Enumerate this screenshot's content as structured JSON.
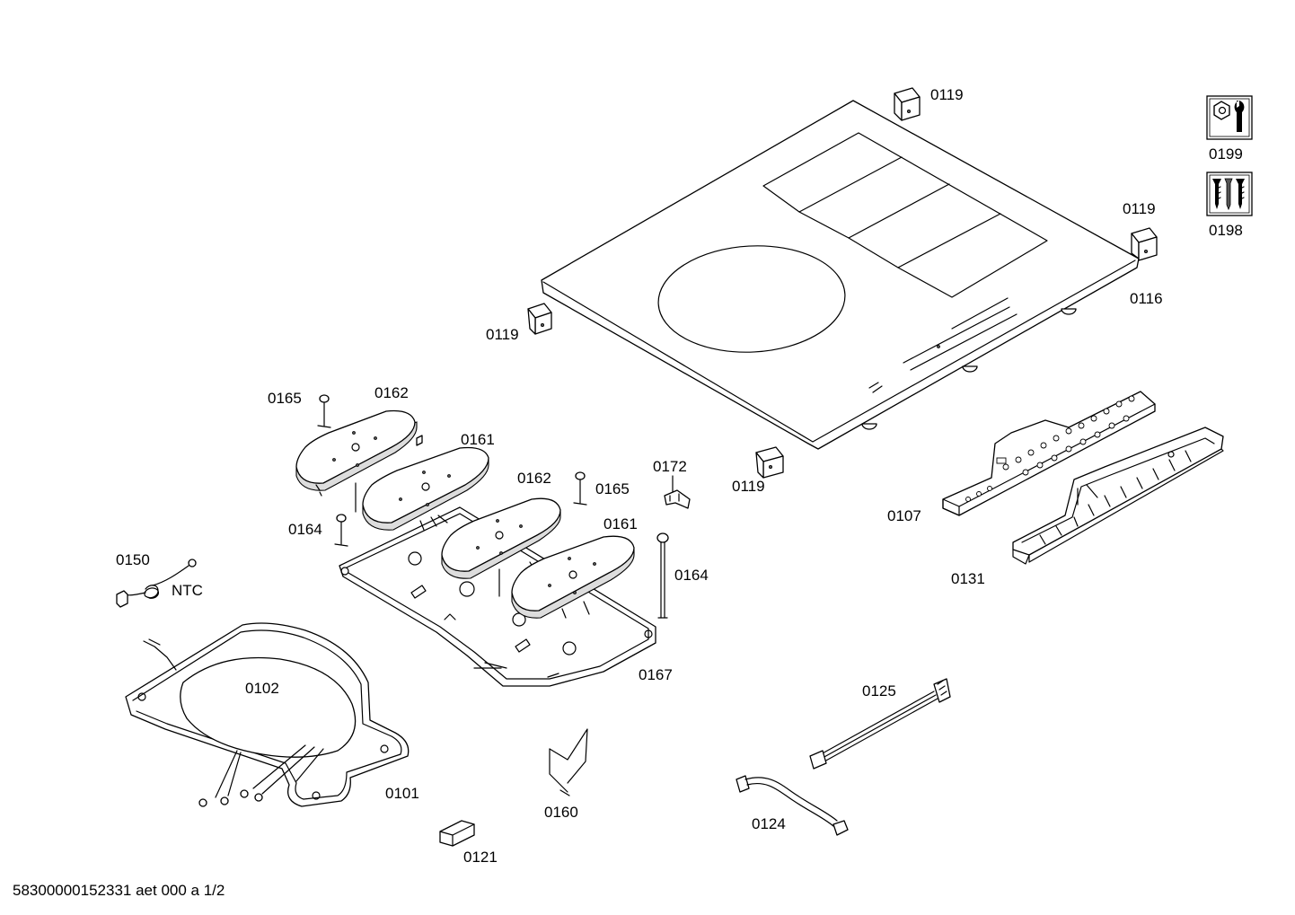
{
  "labels": [
    {
      "id": "0119",
      "text": "0119"
    },
    {
      "id": "0119",
      "text": "0119"
    },
    {
      "id": "0119",
      "text": "0119"
    },
    {
      "id": "0119",
      "text": "0119"
    },
    {
      "id": "0199",
      "text": "0199"
    },
    {
      "id": "0198",
      "text": "0198"
    },
    {
      "id": "0116",
      "text": "0116"
    },
    {
      "id": "0165",
      "text": "0165"
    },
    {
      "id": "0162",
      "text": "0162"
    },
    {
      "id": "0161",
      "text": "0161"
    },
    {
      "id": "0162",
      "text": "0162"
    },
    {
      "id": "0165",
      "text": "0165"
    },
    {
      "id": "0172",
      "text": "0172"
    },
    {
      "id": "0164",
      "text": "0164"
    },
    {
      "id": "0161",
      "text": "0161"
    },
    {
      "id": "0107",
      "text": "0107"
    },
    {
      "id": "0150",
      "text": "0150"
    },
    {
      "id": "NTC",
      "text": "NTC"
    },
    {
      "id": "0164",
      "text": "0164"
    },
    {
      "id": "0131",
      "text": "0131"
    },
    {
      "id": "0102",
      "text": "0102"
    },
    {
      "id": "0167",
      "text": "0167"
    },
    {
      "id": "0125",
      "text": "0125"
    },
    {
      "id": "0101",
      "text": "0101"
    },
    {
      "id": "0160",
      "text": "0160"
    },
    {
      "id": "0124",
      "text": "0124"
    },
    {
      "id": "0121",
      "text": "0121"
    }
  ],
  "footer": "58300000152331 aet 000 a 1/2",
  "icons": [
    "tools-kit-icon",
    "screws-kit-icon"
  ]
}
